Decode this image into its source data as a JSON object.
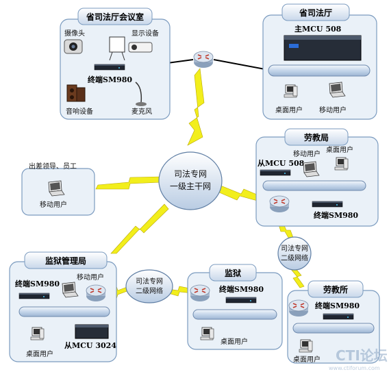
{
  "groups": {
    "court_meeting": "省司法厅会议室",
    "court_hall": "省司法厅",
    "labor_bureau": "劳教局",
    "prison_admin": "监狱管理局",
    "prison": "监狱",
    "labor_camp": "劳教所"
  },
  "clouds": {
    "backbone_line1": "司法专网",
    "backbone_line2": "一级主干网",
    "secondary_a_line1": "司法专网",
    "secondary_a_line2": "二级网络",
    "secondary_b_line1": "司法专网",
    "secondary_b_line2": "二级网络"
  },
  "labels": {
    "camera": "摄像头",
    "display": "显示设备",
    "terminal_meeting": "终端SM980",
    "audio": "音响设备",
    "mic": "麦克风",
    "main_mcu": "主MCU 508",
    "desktop_hall": "桌面用户",
    "mobile_hall": "移动用户",
    "travel_group": "出差领导、员工",
    "mobile_travel": "移动用户",
    "mobile_labor": "移动用户",
    "desktop_labor": "桌面用户",
    "slave_mcu_508": "从MCU 508",
    "terminal_labor": "终端SM980",
    "terminal_admin": "终端SM980",
    "mobile_admin": "移动用户",
    "desktop_admin": "桌面用户",
    "slave_mcu_3024": "从MCU 3024",
    "terminal_prison": "终端SM980",
    "desktop_prison": "桌面用户",
    "terminal_camp": "终端SM980",
    "desktop_camp": "桌面用户"
  },
  "watermark": {
    "logo": "CTI论坛",
    "url": "www.ctiforum.com"
  },
  "colors": {
    "box_fill": "#eaf1f8",
    "box_stroke": "#7b9bbf",
    "bus_fill": "#cfdcee",
    "bolt": "#f2ee1c",
    "router": "#c9d5e4"
  }
}
